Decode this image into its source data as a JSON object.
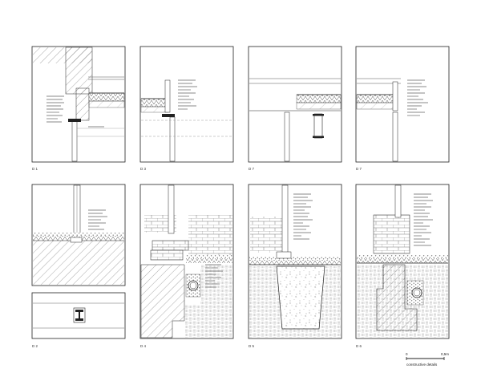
{
  "sheet": {
    "panel_labels": {
      "p1": "D 1",
      "p2": "D 3",
      "p3": "D 7",
      "p4": "D 7",
      "p5": "D 2",
      "p6": "D 4",
      "p7": "D 5",
      "p8": "D 6"
    },
    "scale": {
      "start": "0",
      "end": "0,5m",
      "caption": "constructive details"
    }
  }
}
